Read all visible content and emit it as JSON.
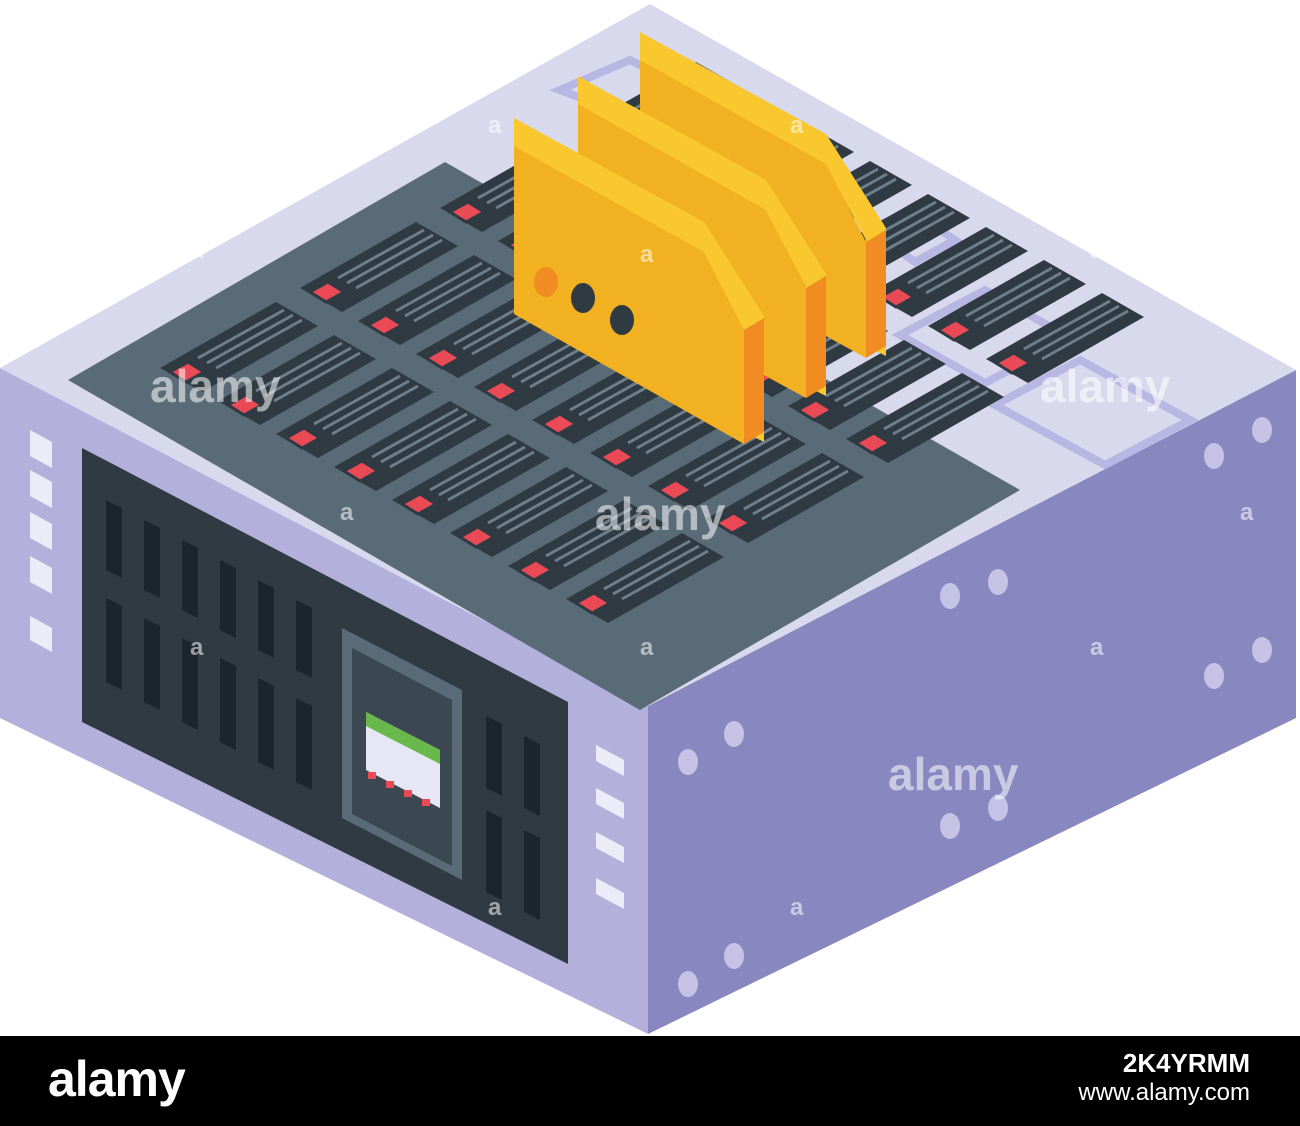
{
  "watermark": {
    "text": "alamy",
    "letter": "a"
  },
  "footer": {
    "brand": "alamy",
    "image_code": "2K4YRMM",
    "site": "www.alamy.com"
  },
  "icon": "isometric-server-rack-icon",
  "colors": {
    "case_top": "#d9d9ed",
    "case_left": "#b3b1db",
    "case_right": "#8887c0",
    "panel": "#5a6b78",
    "drive_light": "#e94a55",
    "card": "#f2b120",
    "card_edge": "#f08c22",
    "screen_green": "#69b84c",
    "footer_bg": "#000000"
  }
}
